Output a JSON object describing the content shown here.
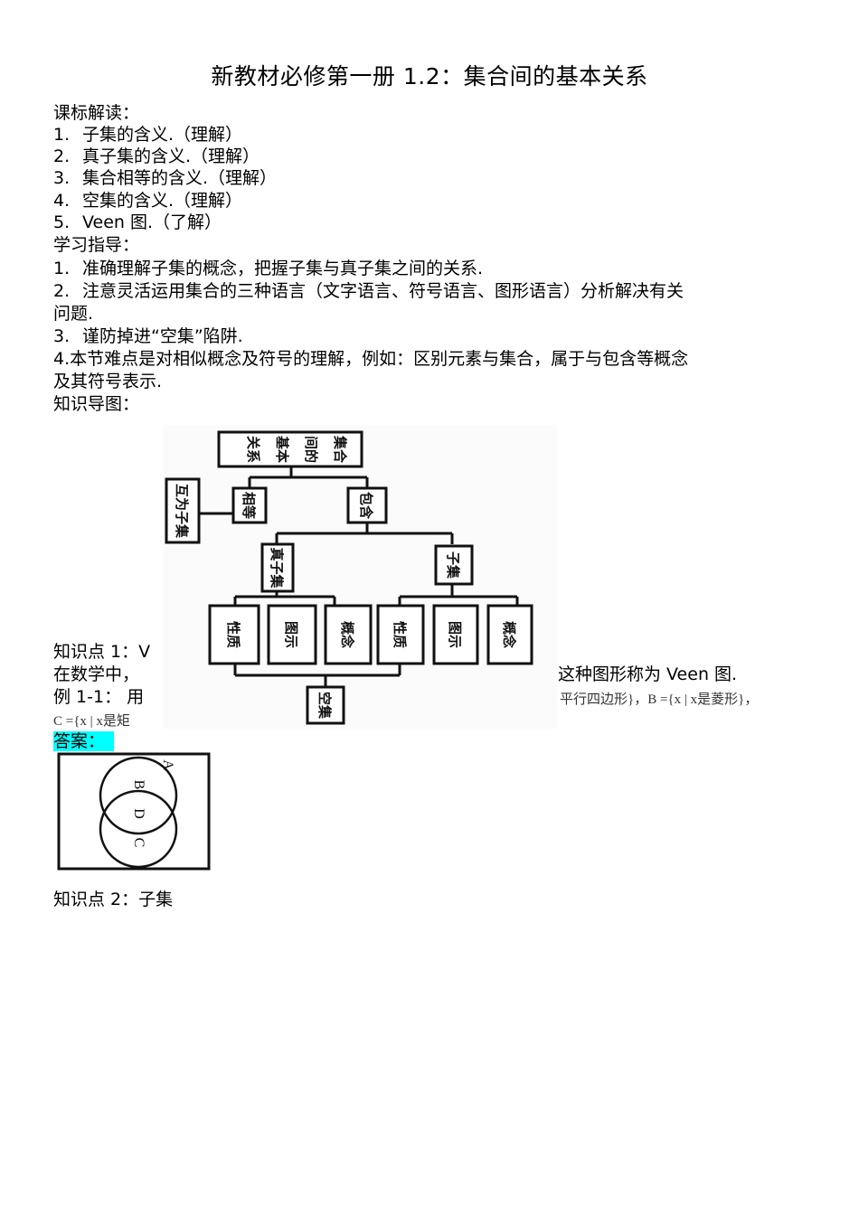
{
  "document": {
    "title": "新教材必修第一册 1.2：集合间的基本关系",
    "curriculum": {
      "heading": "课标解读：",
      "items": [
        {
          "num": "1.",
          "text": "子集的含义.（理解）"
        },
        {
          "num": "2.",
          "text": "真子集的含义.（理解）"
        },
        {
          "num": "3.",
          "text": "集合相等的含义.（理解）"
        },
        {
          "num": "4.",
          "text": "空集的含义.（理解）"
        },
        {
          "num": "5.",
          "text": "Veen 图.（了解）"
        }
      ]
    },
    "guidance": {
      "heading": "学习指导：",
      "items": [
        {
          "num": "1.",
          "text": "准确理解子集的概念，把握子集与真子集之间的关系."
        },
        {
          "num": "2.",
          "text": "注意灵活运用集合的三种语言（文字语言、符号语言、图形语言）分析解决有关",
          "cont": "问题."
        },
        {
          "num": "3.",
          "text": "谨防掉进“空集”陷阱."
        },
        {
          "num": "4.",
          "text": "本节难点是对相似概念及符号的理解，例如：区别元素与集合，属于与包含等概念",
          "cont": "及其符号表示."
        }
      ]
    },
    "mindmap_heading": "知识导图：",
    "mindmap": {
      "root": "集合间的基本关系",
      "root_lines": [
        "集合",
        "间的",
        "基本",
        "关系"
      ],
      "equal": "相等",
      "mutual_subset": "互为子集",
      "contain": "包含",
      "proper_subset": "真子集",
      "subset": "子集",
      "proper_children": [
        "性质",
        "图示",
        "概念"
      ],
      "subset_children": [
        "性质",
        "图示",
        "概念"
      ],
      "empty_set": "空集"
    },
    "knowledge_point_1": {
      "heading_visible": "知识点 1：",
      "heading_cut": "V",
      "line1_left": "在数学中，",
      "line1_right": "这种图形称为 Veen 图.",
      "example_label": "例 1-1：",
      "example_cut": "用",
      "example_right": "平行四边形}，",
      "example_B_set": "B ={x | x是菱形}，",
      "example_C_set": "C ={x | x是矩",
      "answer_label": "答案："
    },
    "venn": {
      "labels": [
        "A",
        "B",
        "D",
        "C"
      ]
    },
    "knowledge_point_2": {
      "heading": "知识点 2：子集"
    }
  },
  "colors": {
    "highlight": "#00ffff",
    "text": "#000000"
  }
}
